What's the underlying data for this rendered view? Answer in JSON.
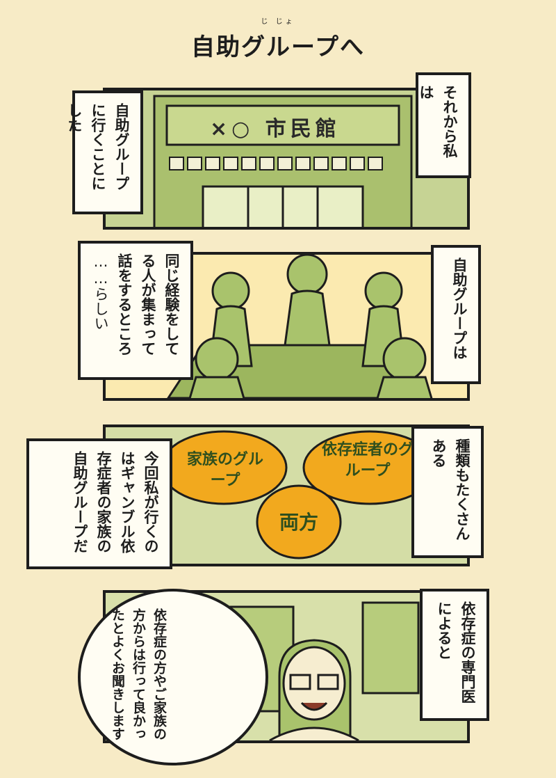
{
  "title": {
    "text": "自助グループへ",
    "ruby": "じ じょ"
  },
  "panel1": {
    "sign": "×○ 市民館",
    "box_right": "それから私は",
    "box_left": "自助グループに行くことにした"
  },
  "panel2": {
    "box_right": "自助グループは",
    "box_left_1": "同じ経験をしてる人が集まって話をするところ",
    "box_left_2": "……らしい"
  },
  "panel3": {
    "box_right": "種類もたくさんある",
    "circle_family": "家族のグループ",
    "circle_addict": "依存症者のグループ",
    "circle_both": "両方",
    "box_left": "今回私が行くのはギャンブル依存症者の家族の自助グループだ"
  },
  "panel4": {
    "box_right": "依存症の専門医によると",
    "speech": "依存症の方やご家族の方からは行って良かったとよくお聞きします"
  },
  "colors": {
    "background": "#f7ebc6",
    "panel_green": "#c6d394",
    "accent_orange": "#f2a91e"
  }
}
